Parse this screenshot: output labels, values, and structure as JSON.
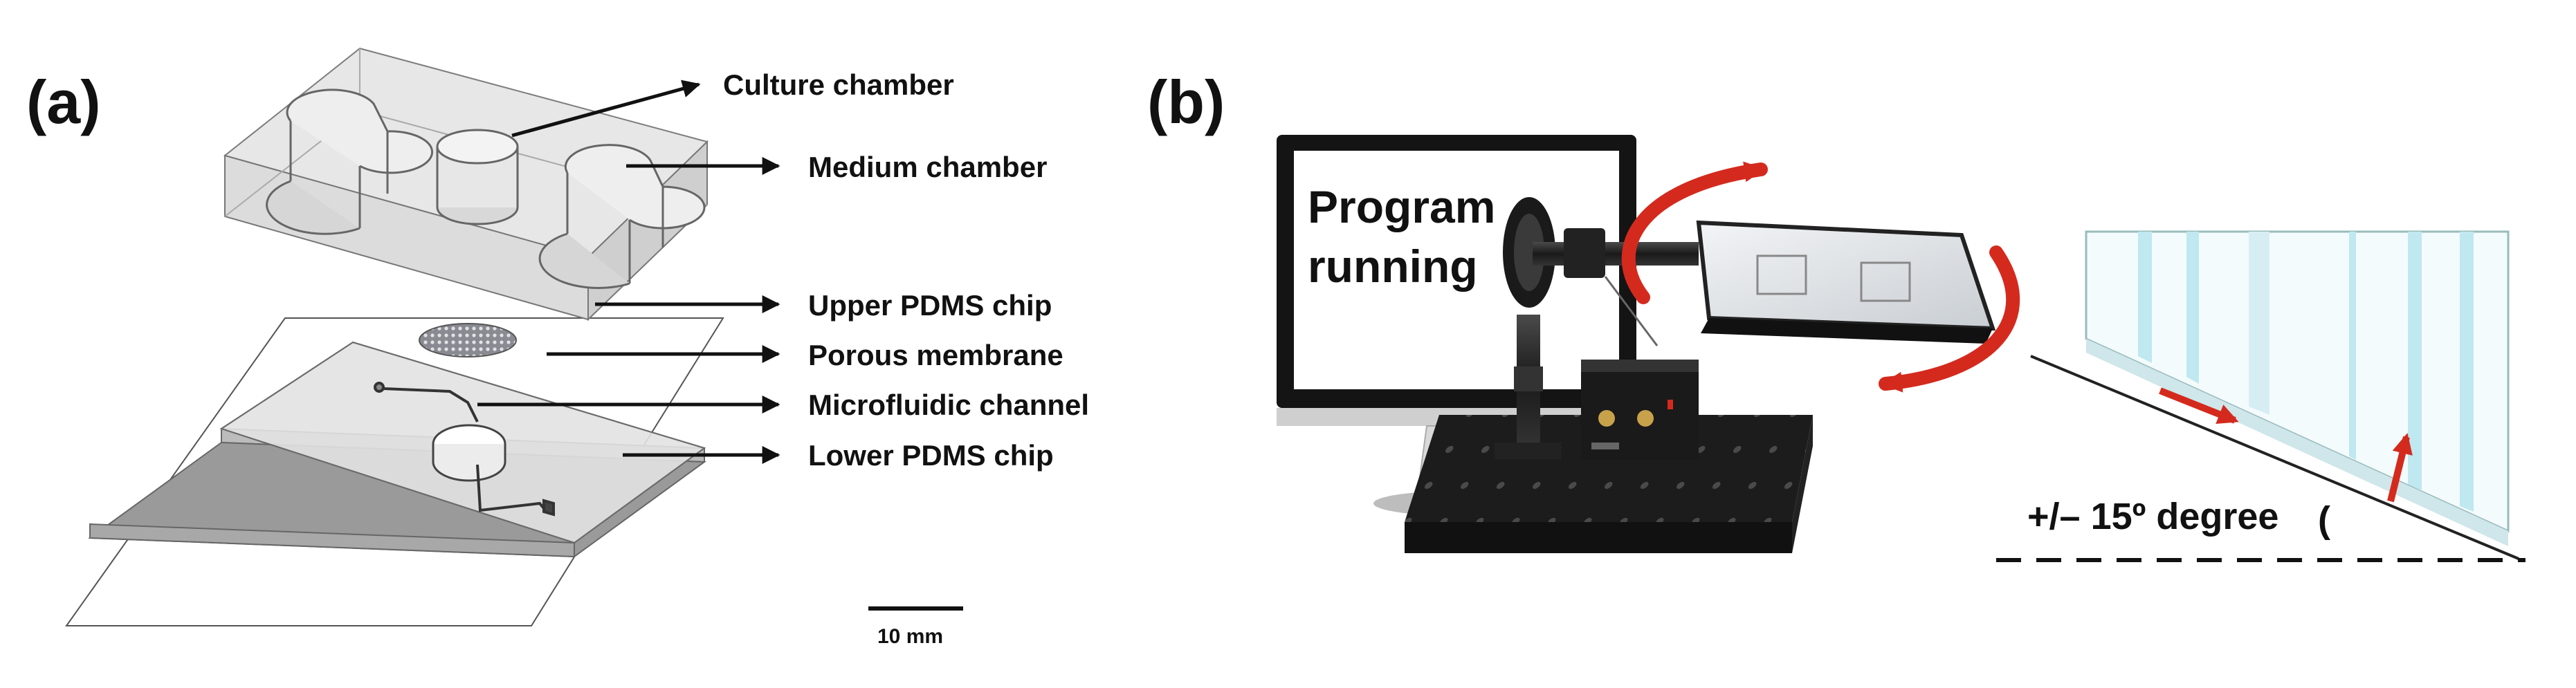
{
  "panel_a": {
    "letter": "(a)",
    "labels": {
      "culture_chamber": "Culture chamber",
      "medium_chamber": "Medium chamber",
      "upper_pdms_chip": "Upper PDMS chip",
      "porous_membrane": "Porous membrane",
      "microfluidic_channel": "Microfluidic channel",
      "lower_pdms_chip": "Lower PDMS chip"
    },
    "scale_bar": "10 mm"
  },
  "panel_b": {
    "letter": "(b)",
    "screen_line1": "Program",
    "screen_line2": "running",
    "tilt_label": "+/– 15º degree",
    "tilt_mark": "("
  },
  "colors": {
    "arrow_red": "#d42a1e",
    "chip_outline": "#6b6b6b",
    "instrument_dark": "#1e1e1e",
    "channel_blue": "#bfe8f0"
  },
  "icons": [
    "rotation-arrow-icon",
    "tilt-arrow-icon"
  ]
}
